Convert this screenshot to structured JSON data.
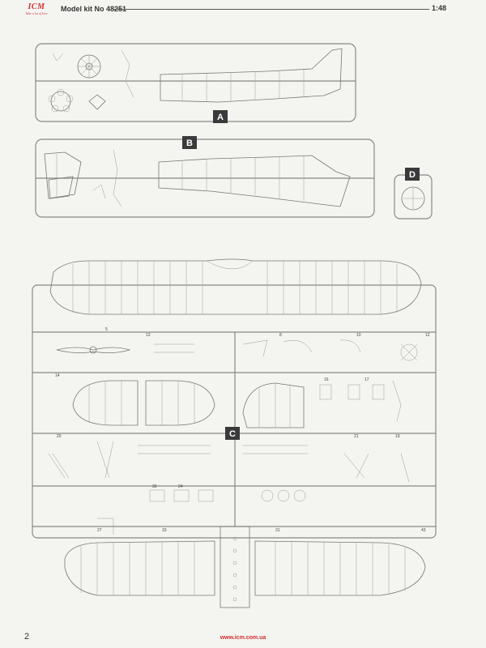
{
  "header": {
    "logo_text": "ICM",
    "logo_tagline": "Take a lot of love",
    "kit_number": "Model kit No 48251",
    "scale": "1:48"
  },
  "sprues": [
    {
      "label": "A"
    },
    {
      "label": "B"
    },
    {
      "label": "C"
    },
    {
      "label": "D"
    }
  ],
  "footer": {
    "page_number": "2",
    "url": "www.icm.com.ua"
  },
  "colors": {
    "brand": "#d0312d",
    "label_box": "#3a3a3a"
  }
}
